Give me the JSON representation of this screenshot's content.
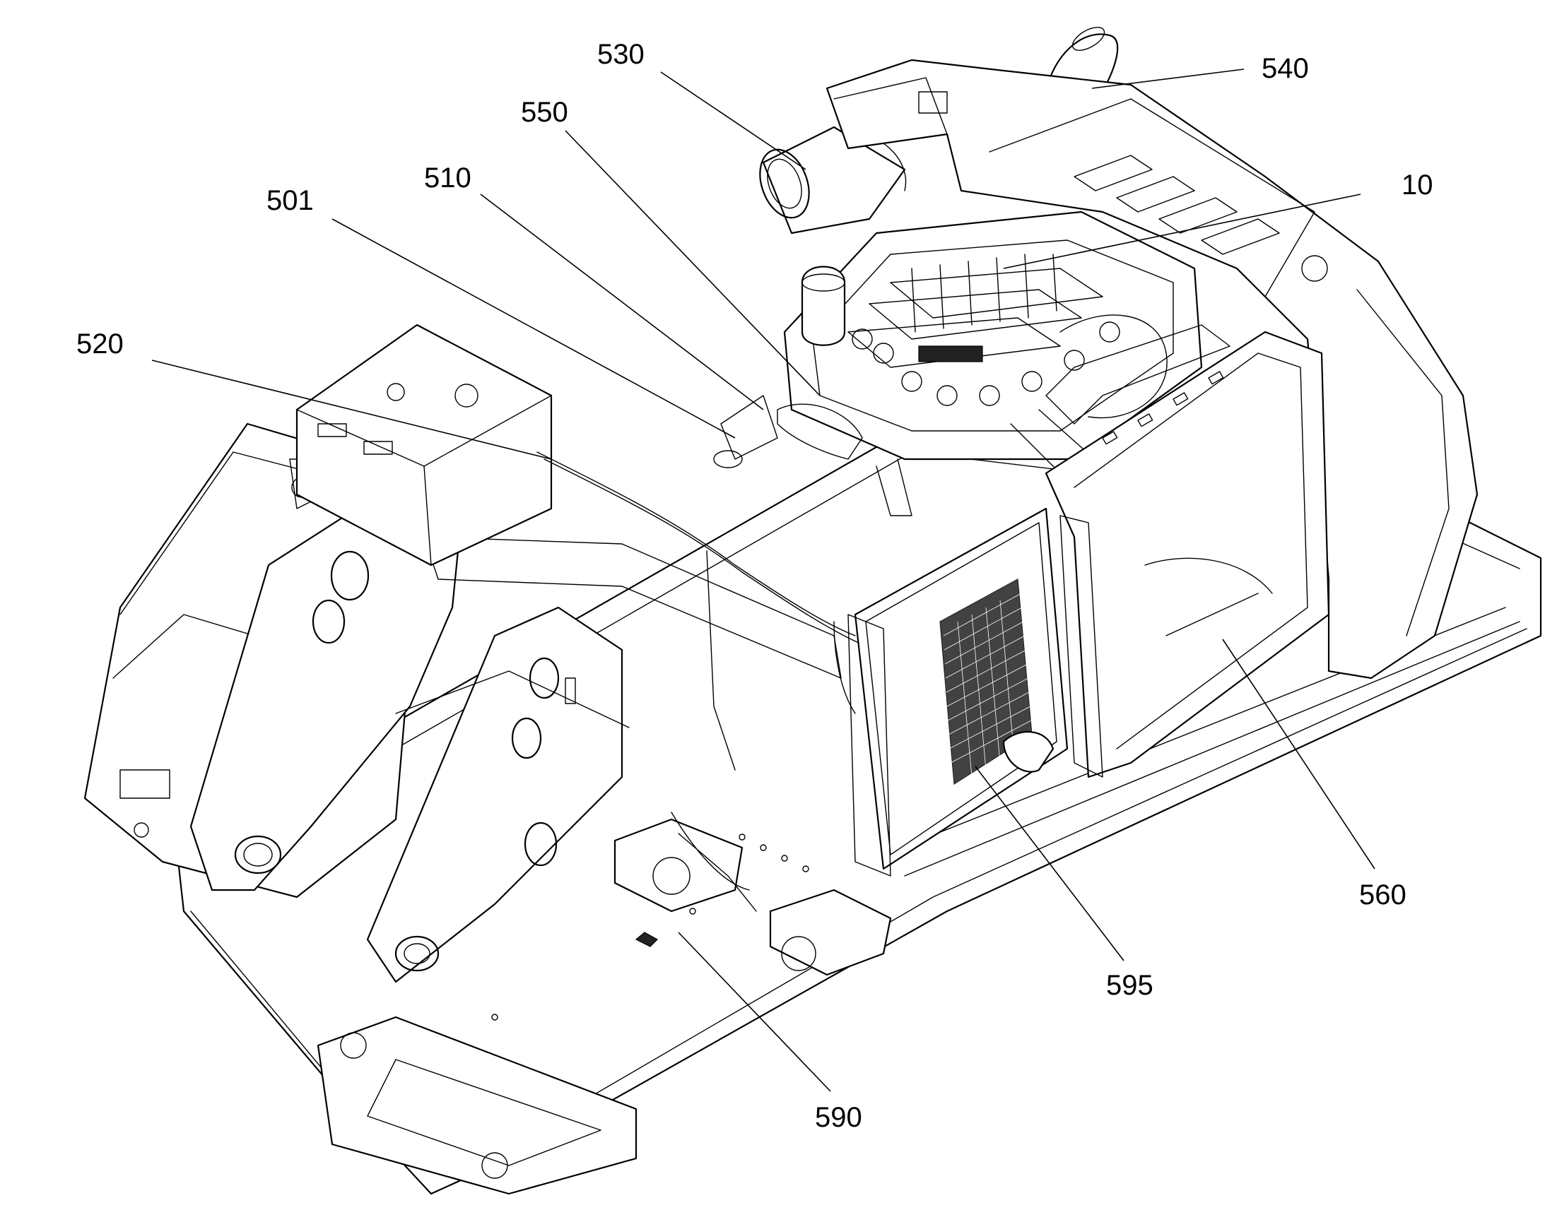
{
  "reference_numerals": [
    {
      "id": "530",
      "text": "530"
    },
    {
      "id": "540",
      "text": "540"
    },
    {
      "id": "550",
      "text": "550"
    },
    {
      "id": "510",
      "text": "510"
    },
    {
      "id": "501",
      "text": "501"
    },
    {
      "id": "10",
      "text": "10"
    },
    {
      "id": "520",
      "text": "520"
    },
    {
      "id": "560",
      "text": "560"
    },
    {
      "id": "595",
      "text": "595"
    },
    {
      "id": "590",
      "text": "590"
    }
  ]
}
